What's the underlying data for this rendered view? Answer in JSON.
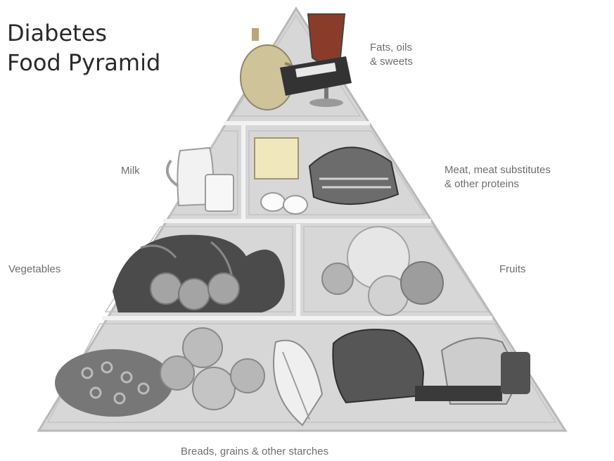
{
  "title": {
    "line1": "Diabetes",
    "line2": "Food Pyramid"
  },
  "labels": {
    "fats": {
      "line1": "Fats, oils",
      "line2": "& sweets"
    },
    "milk": "Milk",
    "meat": {
      "line1": "Meat, meat substitutes",
      "line2": "& other proteins"
    },
    "vegetables": "Vegetables",
    "fruits": "Fruits",
    "breads": "Breads, grains & other starches"
  },
  "colors": {
    "pyramid_fill": "#d7d7d7",
    "pyramid_edge": "#b9b9b9",
    "section_divider": "#f2f2f2",
    "label_text": "#6e6e6e",
    "title_text": "#2a2a2a"
  },
  "sections": [
    {
      "name": "fats-oils-sweets",
      "icons": [
        "oil-bottle-icon",
        "wine-glass-icon",
        "candy-bar-icon"
      ]
    },
    {
      "name": "milk",
      "icons": [
        "milk-pitcher-icon",
        "milk-glass-icon"
      ]
    },
    {
      "name": "meat-proteins",
      "icons": [
        "cheese-icon",
        "eggs-icon",
        "fish-icon"
      ]
    },
    {
      "name": "vegetables",
      "icons": [
        "leafy-vegetables-icon",
        "tomato-slices-icon"
      ]
    },
    {
      "name": "fruits",
      "icons": [
        "melon-icon",
        "apple-icon",
        "orange-icon",
        "peach-icon"
      ]
    },
    {
      "name": "breads-grains-starches",
      "icons": [
        "cereal-icon",
        "potatoes-icon",
        "corn-icon",
        "bread-loaf-icon",
        "sliced-bread-icon"
      ]
    }
  ]
}
